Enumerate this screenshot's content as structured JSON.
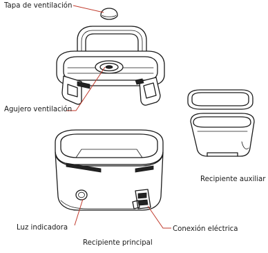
{
  "labels": {
    "vent_cap": "Tapa de ventilación",
    "vent_hole": "Agujero ventilación",
    "aux_container": "Recipiente auxiliar",
    "indicator_light": "Luz indicadora",
    "electrical_connection": "Conexión eléctrica",
    "main_container": "Recipiente principal"
  },
  "colors": {
    "leader_line": "#c0392b",
    "ink": "#1a1a1a",
    "background": "#ffffff"
  }
}
